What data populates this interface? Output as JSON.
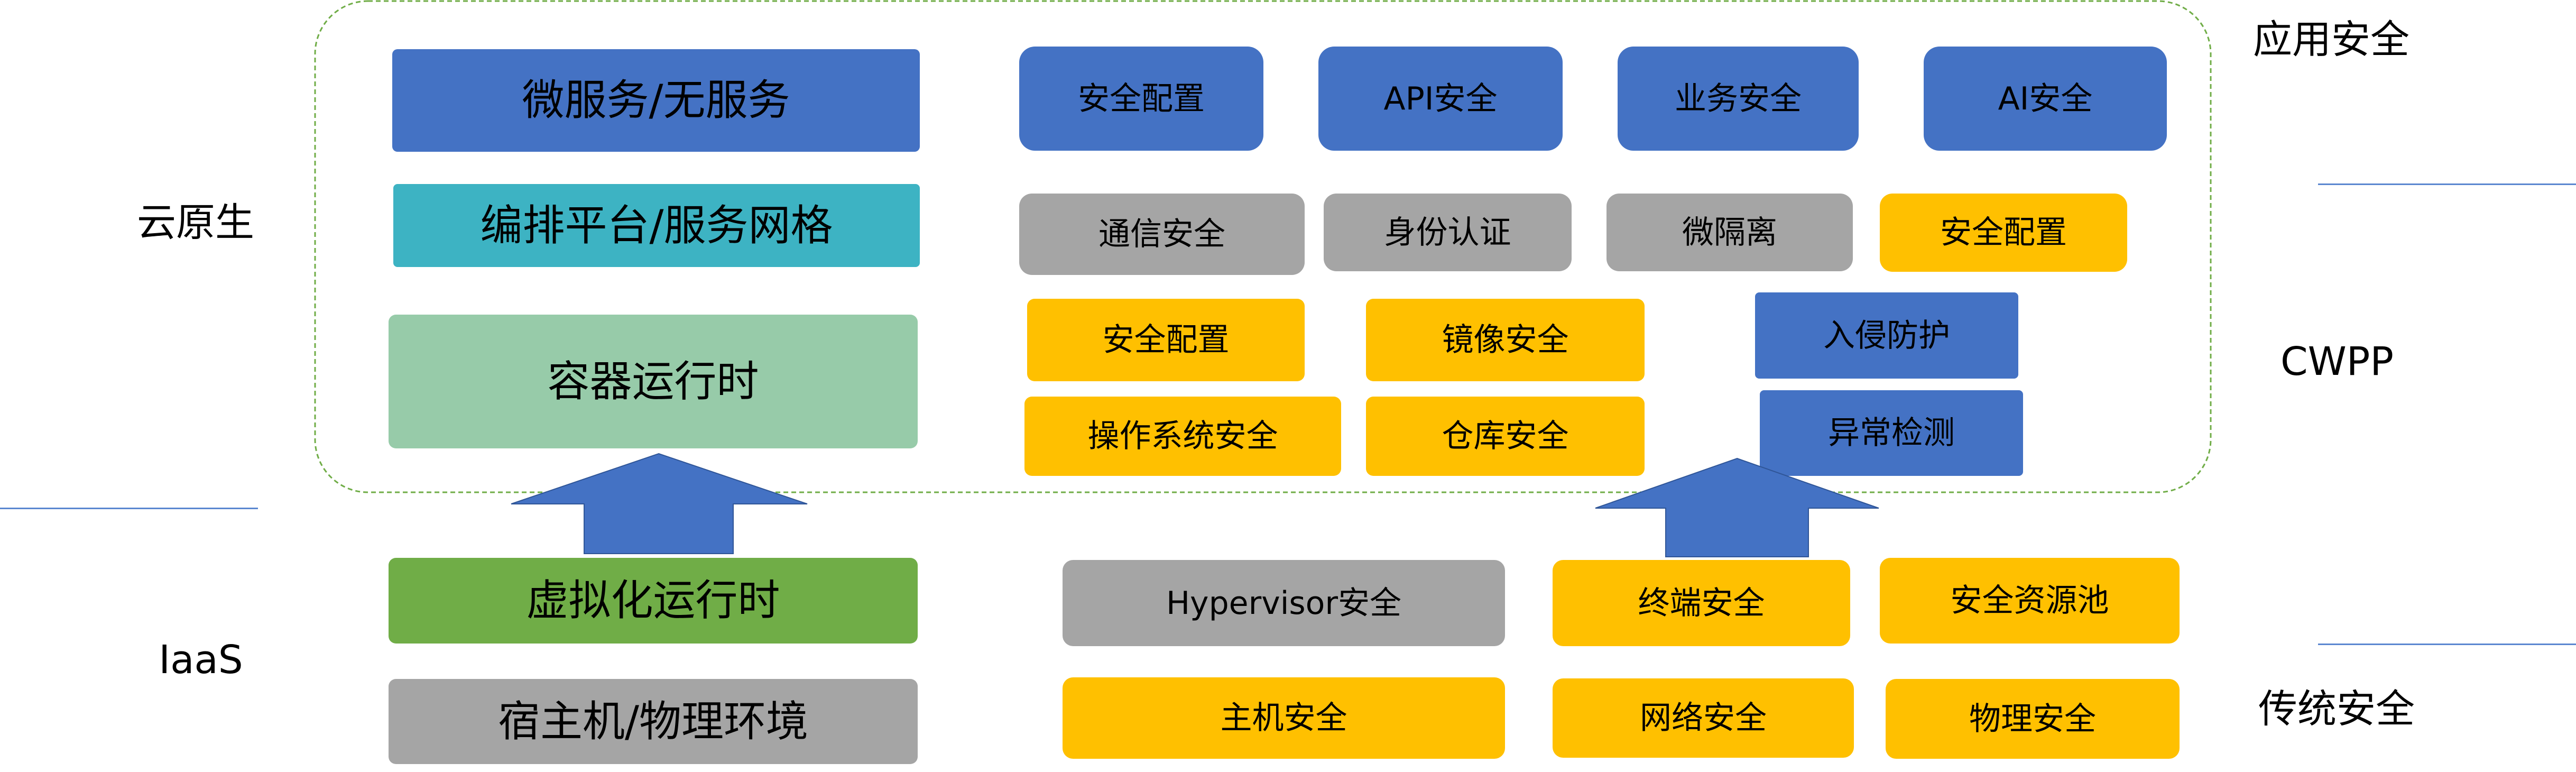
{
  "side_labels": {
    "cloud_native": "云原生",
    "iaas": "IaaS",
    "application_security": "应用安全",
    "cwpp": "CWPP",
    "traditional_security": "传统安全"
  },
  "colors": {
    "blue": "#4472C4",
    "teal": "#3DB3C3",
    "light_green": "#97CBA9",
    "green": "#70AD47",
    "gray": "#A5A5A5",
    "yellow": "#FFC000",
    "arrow": "#4472C4",
    "arrow_outline": "#2F5597",
    "container_border": "#70AD47",
    "divider": "#5B87D0",
    "text": "#000000"
  },
  "tech_stack": [
    {
      "label": "微服务/无服务",
      "color": "#4472C4"
    },
    {
      "label": "编排平台/服务网格",
      "color": "#3DB3C3"
    },
    {
      "label": "容器运行时",
      "color": "#97CBA9"
    },
    {
      "label": "虚拟化运行时",
      "color": "#70AD47"
    },
    {
      "label": "宿主机/物理环境",
      "color": "#A5A5A5"
    }
  ],
  "application_security": [
    {
      "label": "安全配置",
      "color": "#4472C4"
    },
    {
      "label": "API安全",
      "color": "#4472C4"
    },
    {
      "label": "业务安全",
      "color": "#4472C4"
    },
    {
      "label": "AI安全",
      "color": "#4472C4"
    }
  ],
  "cwpp": {
    "service_layer": [
      {
        "label": "通信安全",
        "color": "#A5A5A5"
      },
      {
        "label": "身份认证",
        "color": "#A5A5A5"
      },
      {
        "label": "微隔离",
        "color": "#A5A5A5"
      },
      {
        "label": "安全配置",
        "color": "#FFC000"
      }
    ],
    "container_layer": [
      {
        "label": "安全配置",
        "color": "#FFC000"
      },
      {
        "label": "镜像安全",
        "color": "#FFC000"
      },
      {
        "label": "操作系统安全",
        "color": "#FFC000"
      },
      {
        "label": "仓库安全",
        "color": "#FFC000"
      }
    ],
    "runtime_protection": [
      {
        "label": "入侵防护",
        "color": "#4472C4"
      },
      {
        "label": "异常检测",
        "color": "#4472C4"
      }
    ]
  },
  "traditional_security": [
    {
      "label": "Hypervisor安全",
      "color": "#A5A5A5"
    },
    {
      "label": "终端安全",
      "color": "#FFC000"
    },
    {
      "label": "安全资源池",
      "color": "#FFC000"
    },
    {
      "label": "主机安全",
      "color": "#FFC000"
    },
    {
      "label": "网络安全",
      "color": "#FFC000"
    },
    {
      "label": "物理安全",
      "color": "#FFC000"
    }
  ]
}
